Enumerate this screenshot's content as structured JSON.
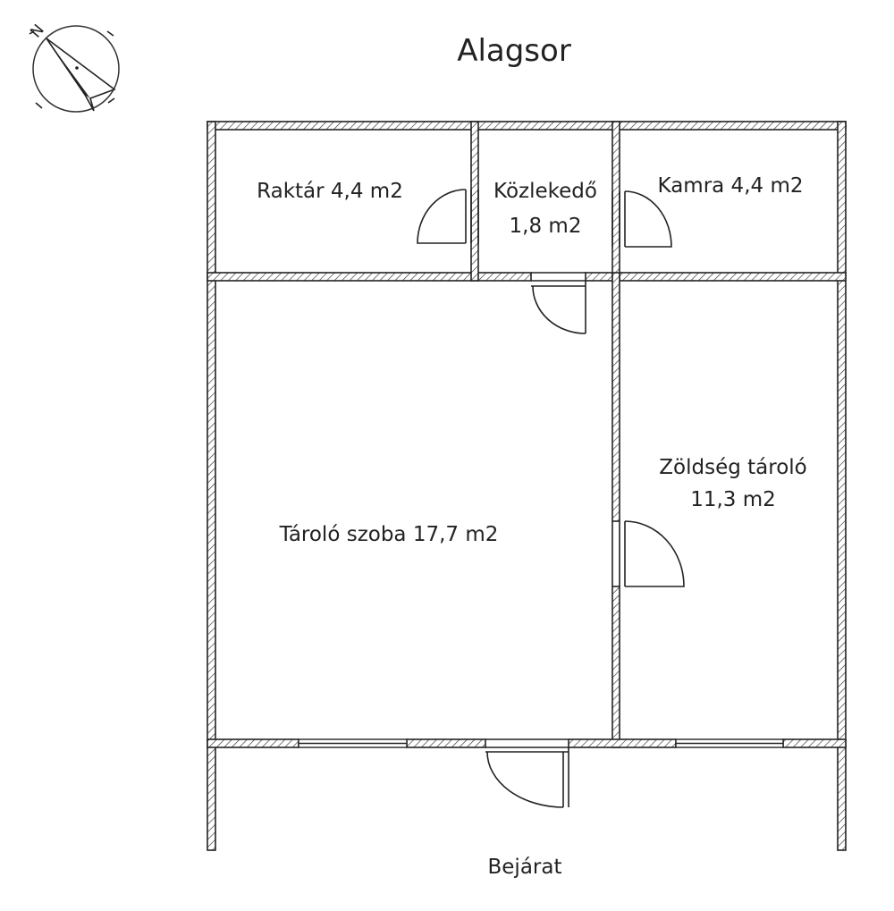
{
  "title": "Alagsor",
  "compass": {
    "letter": "N",
    "icon": "north-arrow-icon"
  },
  "rooms": [
    {
      "name": "Raktár 4,4 m2"
    },
    {
      "name": "Közlekedő",
      "area": "1,8 m2"
    },
    {
      "name": "Kamra 4,4 m2"
    },
    {
      "name": "Tároló szoba 17,7 m2"
    },
    {
      "name": "Zöldség tároló",
      "area": "11,3 m2"
    }
  ],
  "entrance": "Bejárat",
  "colors": {
    "line": "#222222",
    "background": "#ffffff"
  }
}
